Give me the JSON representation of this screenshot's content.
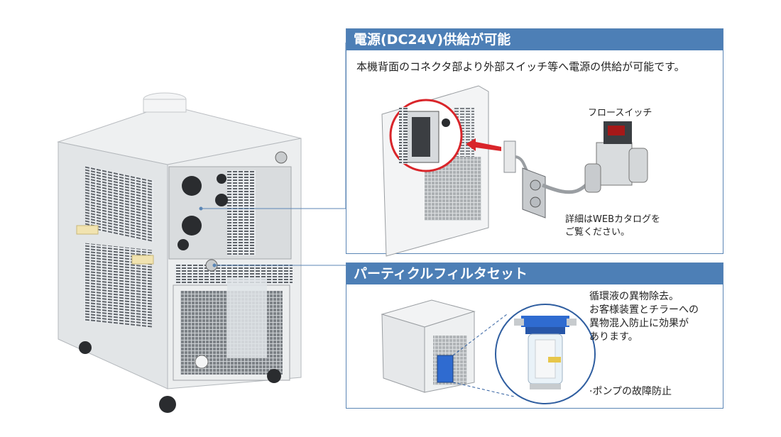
{
  "panel1": {
    "title": "電源(DC24V)供給が可能",
    "description": "本機背面のコネクタ部より外部スイッチ等へ電源の供給が可能です。",
    "flow_switch_label": "フロースイッチ",
    "detail_line1": "詳細はWEBカタログを",
    "detail_line2": "ご覧ください。"
  },
  "panel2": {
    "title": "パーティクルフィルタセット",
    "body_lines": [
      "循環液の異物除去。",
      "お客様装置とチラーへの",
      "異物混入防止に効果が",
      "あります。"
    ],
    "bullet": "·ポンプの故障防止"
  },
  "colors": {
    "panel_header": "#4d7fb6",
    "panel_border": "#5b86b5",
    "leader_line": "#5b86b5",
    "highlight_circle": "#d9252a",
    "arrow": "#d9252a",
    "filter_blue": "#2f6bd0"
  }
}
